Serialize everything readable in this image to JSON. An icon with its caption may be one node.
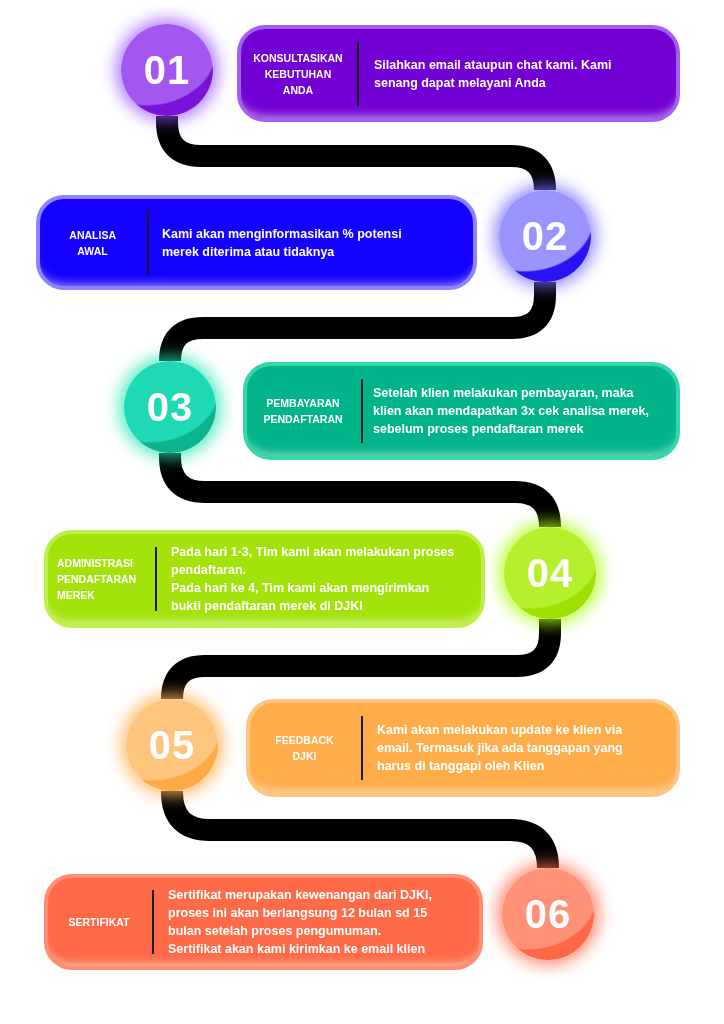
{
  "diagram": {
    "nodes": [
      {
        "text": [
          "01"
        ]
      },
      {
        "text": [
          "KONSULTASIKAN KEBUTUHAN ANDA",
          "Silahkan email ataupun chat kami. Kami senang dapat melayani Anda"
        ]
      },
      {
        "text": [
          "ANALISA AWAL",
          "Kami akan menginformasikan % potensi merek diterima atau tidaknya"
        ]
      },
      {
        "text": [
          "02"
        ]
      },
      {
        "text": [
          "03"
        ]
      },
      {
        "text": [
          "PEMBAYARAN PENDAFTARAN",
          "Setelah klien melakukan pembayaran, maka klien akan mendapatkan 3x cek analisa merek, sebelum proses pendaftaran merek"
        ]
      },
      {
        "text": [
          "ADMINISTRASI PENDAFTARAN MEREK",
          "Pada hari 1-3, Tim kami akan melakukan proses pendaftaran.",
          "Pada hari ke 4, Tim kami akan mengirimkan bukti pendaftaran merek di DJKI"
        ]
      },
      {
        "text": [
          "04"
        ]
      },
      {
        "text": [
          "05"
        ]
      },
      {
        "text": [
          "FEEDBACK DJKI",
          "Kami akan melakukan update ke klien via email. Termasuk jika ada tanggapan yang harus di tanggapi oleh Klien"
        ]
      },
      {
        "text": [
          "SERTIFIKAT",
          "Sertifikat merupakan kewenangan dari DJKI, proses ini akan berlangsung 12 bulan sd 15 bulan setelah proses pengumuman.",
          "Sertifikat akan kami kirimkan ke email klien"
        ]
      },
      {
        "text": [
          "06"
        ]
      }
    ],
    "edges": [
      {
        "from": 0,
        "to": 3,
        "arrow": "none"
      },
      {
        "from": 3,
        "to": 4,
        "arrow": "none"
      },
      {
        "from": 4,
        "to": 7,
        "arrow": "none"
      },
      {
        "from": 7,
        "to": 8,
        "arrow": "none"
      },
      {
        "from": 8,
        "to": 11,
        "arrow": "none"
      }
    ]
  }
}
